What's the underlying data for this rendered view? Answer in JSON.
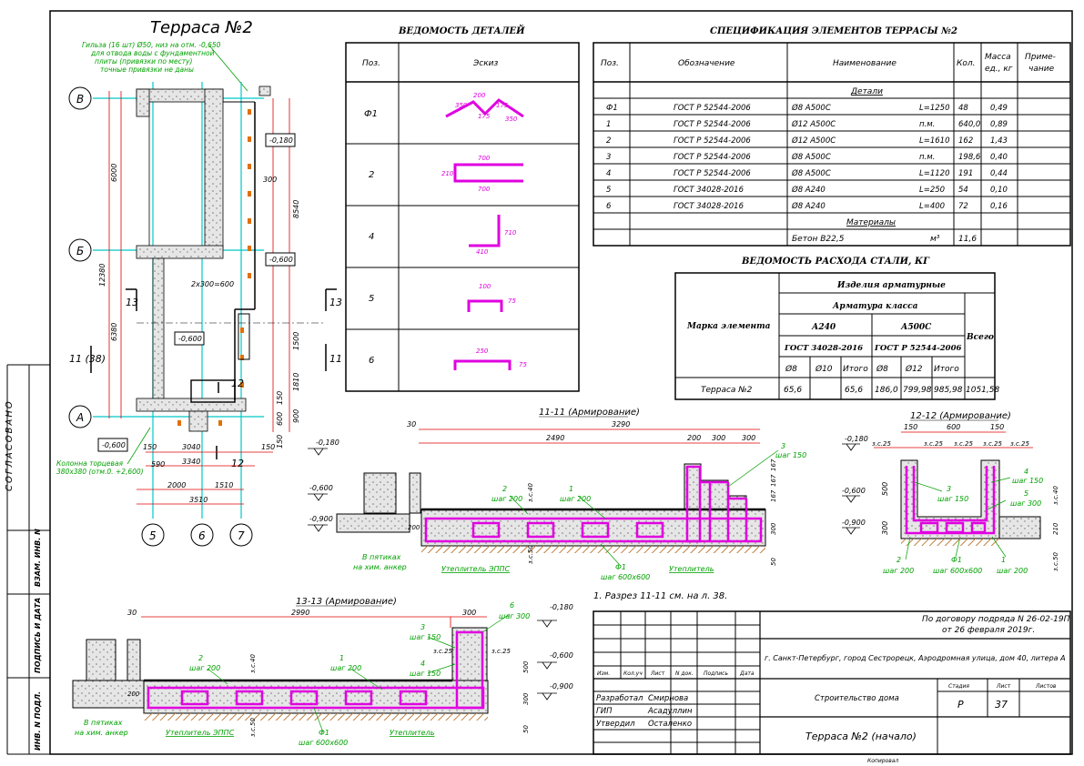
{
  "colors": {
    "rebar": "#e000e0",
    "grid": "#00e0e0",
    "annotation": "#00a000",
    "line": "#000000",
    "hatch": "#c08040"
  },
  "plan": {
    "title": "Терраса №2",
    "note": [
      "Гильза (16 шт) Ø50, низ на отм. -0,650",
      "для отвода воды с фундаментной",
      "плиты (привязки по месту)",
      "точные привязки не даны"
    ],
    "axes": {
      "B": "В",
      "B6": "Б",
      "A": "А",
      "c5": "5",
      "c6": "6",
      "c7": "7"
    },
    "dims": {
      "d6000": "6000",
      "d6380": "6380",
      "d12380": "12380",
      "d8540": "8540",
      "d300": "300",
      "d1500": "1500",
      "d1810": "1810",
      "d150a": "150",
      "d600": "600",
      "d900": "900",
      "d150b": "150",
      "d2x300": "2x300=600",
      "d150c": "150",
      "d3040": "3040",
      "d150d": "150",
      "d590": "590",
      "d3340": "3340",
      "d2000": "2000",
      "d1510": "1510",
      "d3510": "3510"
    },
    "levels": {
      "l1": "-0,180",
      "l2": "-0,600",
      "l3": "-0,600",
      "l4": "-0,600"
    },
    "cuts": {
      "c13a": "13",
      "c13b": "13",
      "c11a": "11 (38)",
      "c11b": "11",
      "c12a": "12",
      "c12b": "12"
    },
    "column_note": [
      "Колонна торцевая",
      "380x380 (отм.0. +2,600)"
    ]
  },
  "details": {
    "title": "ВЕДОМОСТЬ ДЕТАЛЕЙ",
    "col_pos": "Поз.",
    "col_sketch": "Эскиз",
    "rows": [
      {
        "pos": "Ф1",
        "dims": [
          "350",
          "200",
          "175",
          "175",
          "350"
        ]
      },
      {
        "pos": "2",
        "dims": [
          "700",
          "210",
          "700"
        ]
      },
      {
        "pos": "4",
        "dims": [
          "710",
          "410"
        ]
      },
      {
        "pos": "5",
        "dims": [
          "100",
          "75"
        ]
      },
      {
        "pos": "6",
        "dims": [
          "250",
          "75"
        ]
      }
    ]
  },
  "spec": {
    "title": "СПЕЦИФИКАЦИЯ ЭЛЕМЕНТОВ ТЕРРАСЫ №2",
    "headers": {
      "pos": "Поз.",
      "designation": "Обозначение",
      "name": "Наименование",
      "qty": "Кол.",
      "mass1": "Масса",
      "mass2": "ед., кг",
      "note1": "Приме-",
      "note2": "чание"
    },
    "section_details": "Детали",
    "rows": [
      {
        "pos": "Ф1",
        "designation": "ГОСТ Р 52544-2006",
        "name": "Ø8 А500С",
        "len": "L=1250",
        "qty": "48",
        "mass": "0,49"
      },
      {
        "pos": "1",
        "designation": "ГОСТ Р 52544-2006",
        "name": "Ø12 А500С",
        "len": "п.м.",
        "qty": "640,0",
        "mass": "0,89"
      },
      {
        "pos": "2",
        "designation": "ГОСТ Р 52544-2006",
        "name": "Ø12 А500С",
        "len": "L=1610",
        "qty": "162",
        "mass": "1,43"
      },
      {
        "pos": "3",
        "designation": "ГОСТ Р 52544-2006",
        "name": "Ø8 А500С",
        "len": "п.м.",
        "qty": "198,6",
        "mass": "0,40"
      },
      {
        "pos": "4",
        "designation": "ГОСТ Р 52544-2006",
        "name": "Ø8 А500С",
        "len": "L=1120",
        "qty": "191",
        "mass": "0,44"
      },
      {
        "pos": "5",
        "designation": "ГОСТ 34028-2016",
        "name": "Ø8 А240",
        "len": "L=250",
        "qty": "54",
        "mass": "0,10"
      },
      {
        "pos": "6",
        "designation": "ГОСТ 34028-2016",
        "name": "Ø8 А240",
        "len": "L=400",
        "qty": "72",
        "mass": "0,16"
      }
    ],
    "section_materials": "Материалы",
    "material": {
      "name": "Бетон В22,5",
      "unit": "м³",
      "qty": "11,6"
    }
  },
  "steel": {
    "title": "ВЕДОМОСТЬ РАСХОДА СТАЛИ, КГ",
    "mark_label": "Марка элемента",
    "products": "Изделия арматурные",
    "class_label": "Арматура класса",
    "a240": "А240",
    "a500": "А500С",
    "gost1": "ГОСТ 34028-2016",
    "gost2": "ГОСТ Р 52544-2006",
    "total": "Всего",
    "cols": [
      "Ø8",
      "Ø10",
      "Итого",
      "Ø8",
      "Ø12",
      "Итого"
    ],
    "row": {
      "mark": "Терраса №2",
      "values": [
        "65,6",
        "",
        "65,6",
        "186,0",
        "799,98",
        "985,98",
        "1051,58"
      ]
    }
  },
  "sec11": {
    "title": "11-11 (Армирование)",
    "dims": {
      "d3290": "3290",
      "d30": "30",
      "d2490": "2490",
      "d200": "200",
      "d300a": "300",
      "d300b": "300",
      "d167a": "167",
      "d167b": "167",
      "d167c": "167",
      "d300c": "300",
      "d50": "50",
      "d200b": "200",
      "zs40": "з.с.40",
      "zs50": "з.с.50"
    },
    "levels": {
      "l1": "-0,180",
      "l2": "-0,600",
      "l3": "-0,900"
    },
    "labels": {
      "p2": "2",
      "p2s": "шаг 200",
      "p1": "1",
      "p1s": "шаг 200",
      "p3": "3",
      "p3s": "шаг 150",
      "f1": "Ф1",
      "f1s": "шаг 600x600",
      "epps": "Утеплитель ЭППС",
      "ins": "Утеплитель",
      "ground1": "В пятиках",
      "ground2": "на хим. анкер"
    }
  },
  "sec12": {
    "title": "12-12 (Армирование)",
    "dims": {
      "d150": "150",
      "d600": "600",
      "d150b": "150",
      "zs25a": "з.с.25",
      "zs25b": "з.с.25",
      "zs25c": "з.с.25",
      "zs25d": "з.с.25",
      "zs25e": "з.с.25",
      "d500": "500",
      "d300": "300",
      "d210": "210",
      "zs40": "з.с.40",
      "zs50": "з.с.50"
    },
    "levels": {
      "l1": "-0,180",
      "l2": "-0,600",
      "l3": "-0,900"
    },
    "labels": {
      "p4": "4",
      "p4s": "шаг 150",
      "p3": "3",
      "p3s": "шаг 150",
      "p5": "5",
      "p5s": "шаг 300",
      "p2": "2",
      "p2s": "шаг 200",
      "f1": "Ф1",
      "f1s": "шаг 600x600",
      "p1": "1",
      "p1s": "шаг 200"
    }
  },
  "sec13": {
    "title": "13-13 (Армирование)",
    "dims": {
      "d30": "30",
      "d2990": "2990",
      "d300": "300",
      "d200": "200",
      "zs40": "з.с.40",
      "zs50": "з.с.50",
      "zs25a": "з.с.25",
      "zs25b": "з.с.25",
      "d500": "500",
      "d300b": "300",
      "d50": "50"
    },
    "levels": {
      "l1": "-0,180",
      "l2": "-0,600",
      "l3": "-0,900"
    },
    "labels": {
      "p2": "2",
      "p2s": "шаг 200",
      "p1": "1",
      "p1s": "шаг 200",
      "p3": "3",
      "p3s": "шаг 150",
      "p4": "4",
      "p4s": "шаг 150",
      "p6": "6",
      "p6s": "шаг 300",
      "f1": "Ф1",
      "f1s": "шаг 600x600",
      "epps": "Утеплитель ЭППС",
      "ins": "Утеплитель",
      "ground1": "В пятиках",
      "ground2": "на хим. анкер"
    }
  },
  "note": "1.      Разрез 11-11 см. на л. 38.",
  "stamp": {
    "contract1": "По договору подряда N 26-02-19П",
    "contract2": "от 26 февраля 2019г.",
    "address": "г. Санкт-Петербург, город Сестрорецк, Аэродромная улица, дом 40, литера А",
    "cols": [
      "Изм.",
      "Кол.уч",
      "Лист",
      "N док.",
      "Подпись",
      "Дата"
    ],
    "roles": [
      {
        "role": "Разработал",
        "name": "Смирнова"
      },
      {
        "role": "ГИП",
        "name": "Асадуллин"
      },
      {
        "role": "Утвердил",
        "name": "Осталенко"
      }
    ],
    "object": "Строительство дома",
    "stage_label": "Стадия",
    "sheet_label": "Лист",
    "sheets_label": "Листов",
    "stage": "Р",
    "sheet": "37",
    "sheet_title": "Терраса №2 (начало)",
    "copied": "Копировал"
  },
  "side": {
    "agreed": "СОГЛАСОВАНО",
    "inv": "ВЗАМ. ИНВ. N",
    "sign": "ПОДПИСЬ И ДАТА",
    "inv2": "ИНВ. N ПОДЛ."
  }
}
